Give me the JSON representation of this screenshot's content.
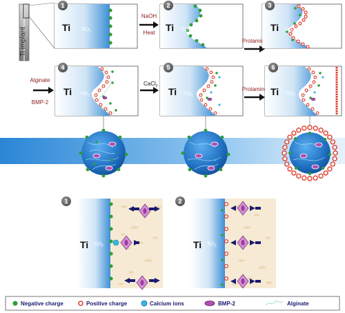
{
  "implant_label": "Ti implant",
  "steps": {
    "s1": {
      "num": "1",
      "ti": "Ti",
      "oxide": "TiO",
      "sub": "2"
    },
    "s2": {
      "num": "2",
      "ti": "Ti",
      "oxide": "TiO",
      "sub": "2"
    },
    "s3": {
      "num": "3",
      "ti": "Ti",
      "oxide": "TiO",
      "sub": "2"
    },
    "s4": {
      "num": "4",
      "ti": "Ti",
      "oxide": "TiO",
      "sub": "2"
    },
    "s5": {
      "num": "5",
      "ti": "Ti",
      "oxide": "TiO",
      "sub": "2"
    },
    "s6": {
      "num": "6",
      "ti": "Ti",
      "oxide": "TiO",
      "sub": "2"
    }
  },
  "arrows": {
    "a12_line1": "NaOH",
    "a12_line2": "Heat",
    "a23": "Protamine",
    "a4_line1": "Alginate",
    "a4_line2": "BMP-2",
    "a45": "CaCl",
    "a45_sub": "2",
    "a56": "Protamine"
  },
  "bottom": {
    "p1": {
      "num": "1",
      "ti": "Ti",
      "oxide": "TiO",
      "sub": "2"
    },
    "p2": {
      "num": "2",
      "ti": "Ti",
      "oxide": "TiO",
      "sub": "2"
    }
  },
  "legend": [
    {
      "label": "Negative charge",
      "symbol": "green-dot-icon"
    },
    {
      "label": "Positive charge",
      "symbol": "red-dot-icon"
    },
    {
      "label": "Calcium ions",
      "symbol": "calcium-ion-icon"
    },
    {
      "label": "BMP-2",
      "symbol": "bmp2-icon"
    },
    {
      "label": "Alginate",
      "symbol": "alginate-icon"
    }
  ],
  "colors": {
    "navy_text": "#1a1a6e",
    "red_text": "#8b1a1a",
    "negative": "#2e9e3a",
    "positive": "#e03a2a",
    "calcium": "#39b7e6",
    "bmp2": "#b04fb0",
    "titanium_blue": "#2d7fc8"
  }
}
